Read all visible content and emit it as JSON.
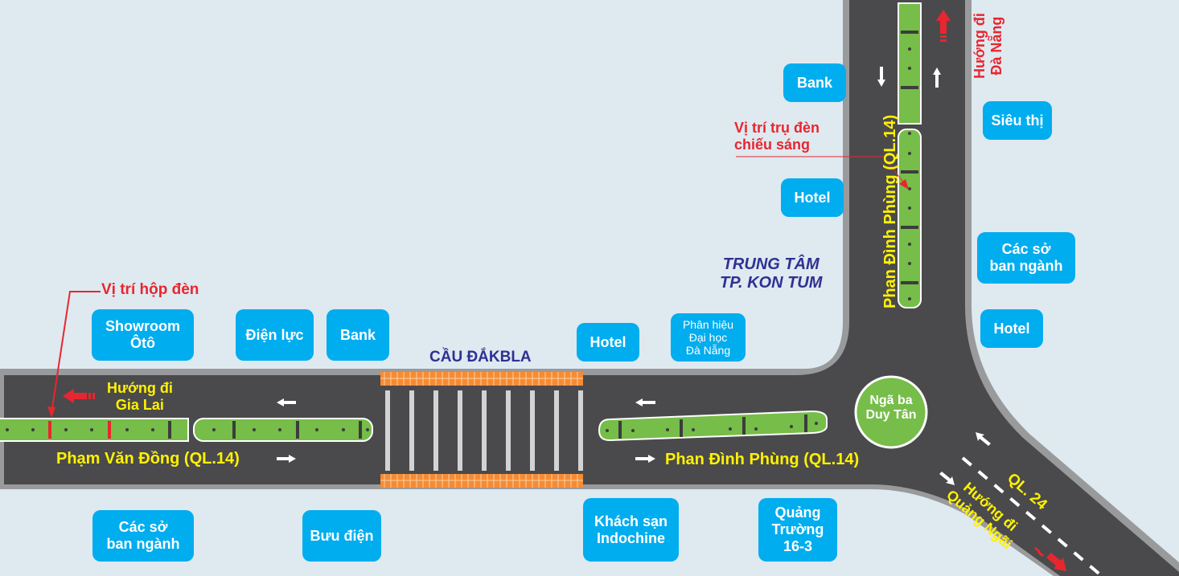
{
  "colors": {
    "background": "#dfe9f0",
    "road": "#4a4a4c",
    "road_edge": "#999a9c",
    "median": "#76bd49",
    "poi": "#00adef",
    "road_label": "#fff200",
    "annotation": "#e8262f",
    "district_label": "#2e3192",
    "bridge_rail": "#f68b32"
  },
  "pois": [
    {
      "id": "showroom-oto",
      "label": "Showroom\nÔtô"
    },
    {
      "id": "dien-luc",
      "label": "Điện lực"
    },
    {
      "id": "bank-west",
      "label": "Bank"
    },
    {
      "id": "hotel-center",
      "label": "Hotel"
    },
    {
      "id": "phan-hieu-dhdn",
      "label": "Phân hiệu\nĐại học\nĐà Nẵng"
    },
    {
      "id": "bank-north",
      "label": "Bank"
    },
    {
      "id": "hotel-north",
      "label": "Hotel"
    },
    {
      "id": "sieu-thi",
      "label": "Siêu thị"
    },
    {
      "id": "cac-so-ban-nganh-east",
      "label": "Các sở\nban ngành"
    },
    {
      "id": "hotel-east",
      "label": "Hotel"
    },
    {
      "id": "cac-so-ban-nganh-south",
      "label": "Các sở\nban ngành"
    },
    {
      "id": "buu-dien",
      "label": "Bưu điện"
    },
    {
      "id": "khach-san-indochine",
      "label": "Khách sạn\nIndochine"
    },
    {
      "id": "quang-truong",
      "label": "Quảng\nTrường\n16-3"
    }
  ],
  "roads": {
    "pham_van_dong": "Phạm Văn Đồng (QL.14)",
    "phan_dinh_phung_horizontal": "Phan Đình Phùng (QL.14)",
    "phan_dinh_phung_vertical": "Phan Đình Phùng (QL.14)",
    "ql24": "QL. 24"
  },
  "bridge": "CẦU ĐẮKBLA",
  "junction": "Ngã ba\nDuy Tân",
  "district": "TRUNG TÂM\nTP. KON TUM",
  "directions": {
    "gia_lai": "Hướng đi\nGia Lai",
    "da_nang": "Hướng đi\nĐà Nẵng",
    "quang_ngai": "Hướng đi\nQuảng Ngãi"
  },
  "annotations": {
    "light_box": "Vị trí hộp đèn",
    "light_pole": "Vị trí trụ đèn\nchiếu sáng"
  }
}
